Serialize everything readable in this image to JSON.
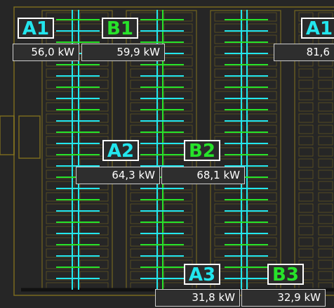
{
  "colors": {
    "background": "#262626",
    "rack_outline": "#8f7c1e",
    "circuit_a": "#22e6ee",
    "circuit_b": "#27e32a",
    "label_border": "#ffffff",
    "readout_text": "#ffffff"
  },
  "zones": {
    "a1_left": "A1",
    "b1": "B1",
    "a1_right": "A1",
    "a2": "A2",
    "b2": "B2",
    "a3": "A3",
    "b3": "B3"
  },
  "readouts": {
    "a1_left": "56,0 kW",
    "b1": "59,9 kW",
    "a1_right": "81,6",
    "a2": "64,3 kW",
    "b2": "68,1 kW",
    "a3": "31,8 kW",
    "b3": "32,9 kW"
  }
}
